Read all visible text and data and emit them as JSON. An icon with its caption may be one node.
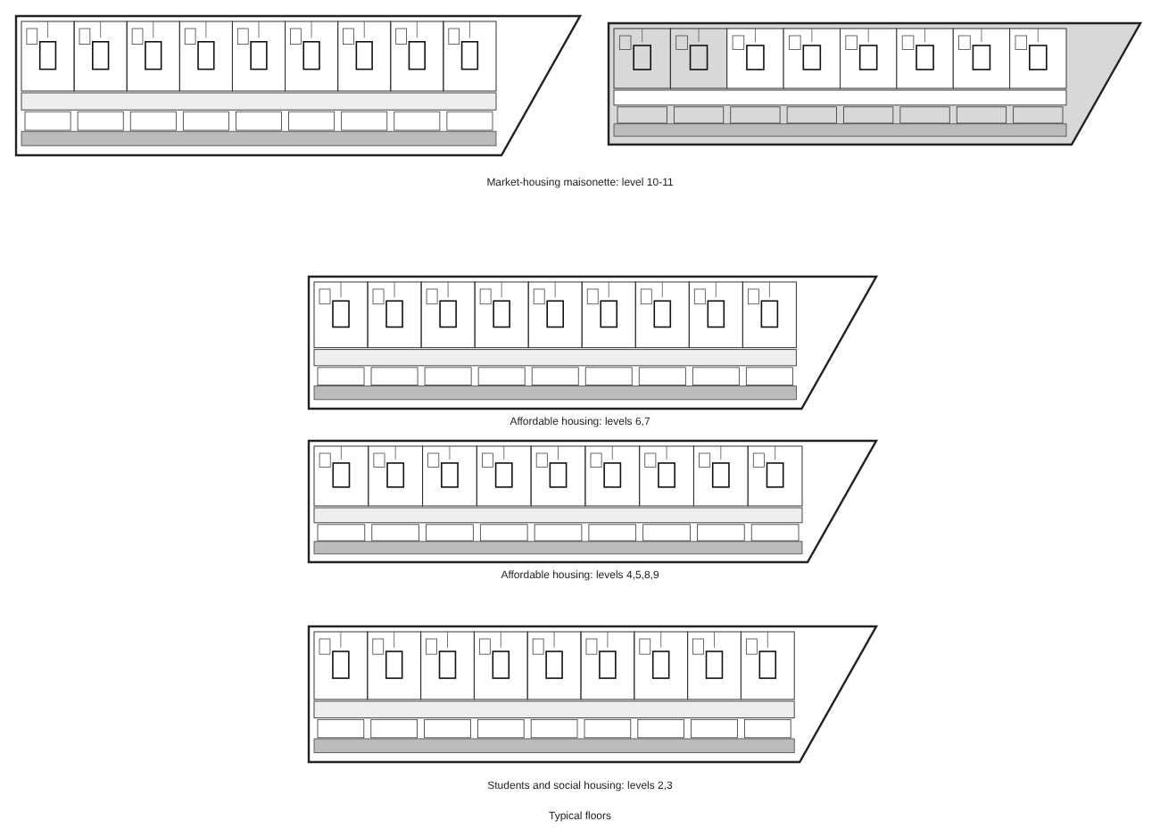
{
  "diagram": {
    "caption": "Typical floors",
    "labels": [
      "Market-housing maisonette: level 10-11",
      "Affordable housing: levels 6,7",
      "Affordable housing: levels 4,5,8,9",
      "Students and social housing: levels 2,3"
    ]
  }
}
